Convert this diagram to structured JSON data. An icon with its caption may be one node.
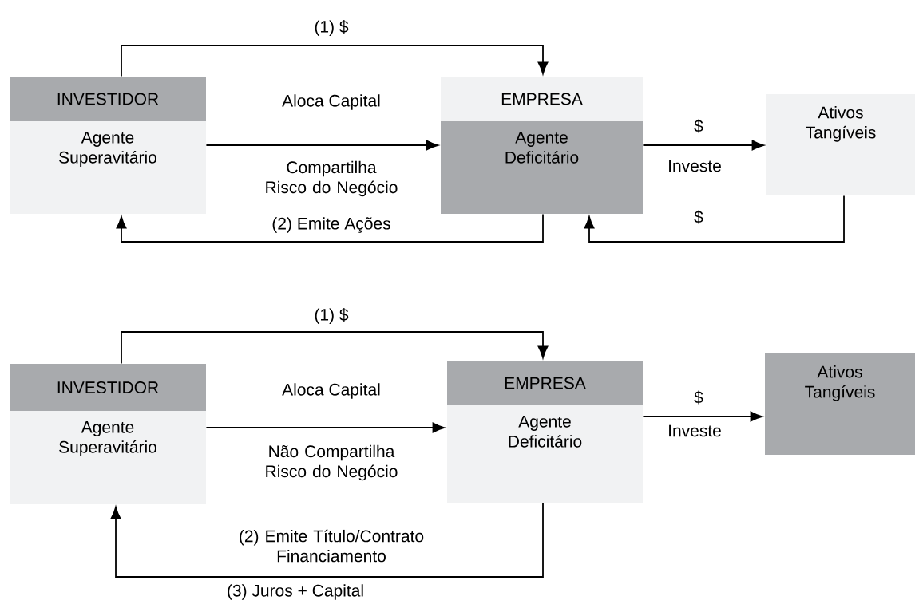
{
  "diagram": {
    "nodes": [
      {
        "text": [
          "INVESTIDOR",
          "Agente Superavitário"
        ]
      },
      {
        "text": [
          "EMPRESA",
          "Agente Deficitário"
        ]
      },
      {
        "text": [
          "Ativos Tangíveis"
        ]
      },
      {
        "text": [
          "INVESTIDOR",
          "Agente Superavitário"
        ]
      },
      {
        "text": [
          "EMPRESA",
          "Agente Deficitário"
        ]
      },
      {
        "text": [
          "Ativos Tangíveis"
        ]
      }
    ],
    "edges": [
      {
        "from": 0,
        "to": 1,
        "arrow": "to",
        "label": "(1) $"
      },
      {
        "from": 0,
        "to": 1,
        "arrow": "to",
        "label": "Aloca Capital"
      },
      {
        "from": 1,
        "to": 2,
        "arrow": "to",
        "label": "$"
      },
      {
        "from": 1,
        "to": 0,
        "arrow": "to",
        "label": "(2) Emite Ações"
      },
      {
        "from": 2,
        "to": 1,
        "arrow": "to",
        "label": "$"
      },
      {
        "from": 3,
        "to": 4,
        "arrow": "to",
        "label": "(1) $"
      },
      {
        "from": 3,
        "to": 4,
        "arrow": "to",
        "label": "Aloca Capital"
      },
      {
        "from": 4,
        "to": 5,
        "arrow": "to",
        "label": "$"
      },
      {
        "from": 4,
        "to": 3,
        "arrow": "to",
        "label": "(2) Emite Título/Contrato Financiamento"
      }
    ],
    "labels": [
      "Compartilha Risco do Negócio",
      "Investe",
      "Não Compartilha Risco do Negócio",
      "Investe",
      "(3) Juros + Capital"
    ]
  }
}
